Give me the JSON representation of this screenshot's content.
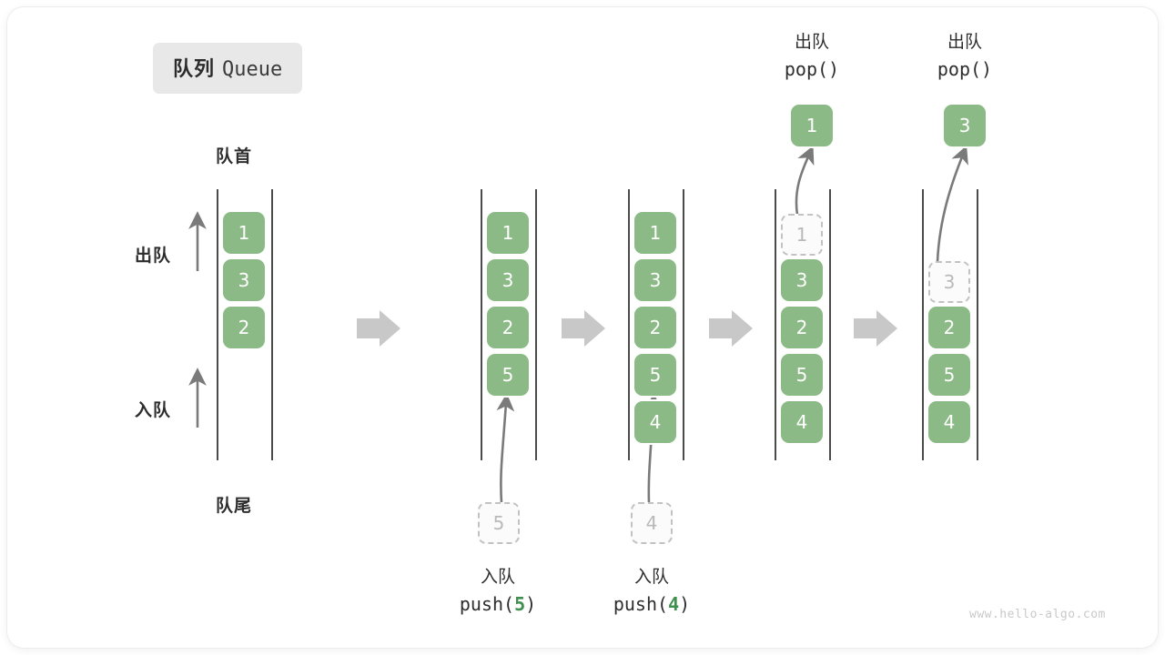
{
  "title": {
    "cn": "队列",
    "en": "Queue"
  },
  "labels": {
    "head": "队首",
    "tail": "队尾",
    "dequeue": "出队",
    "enqueue": "入队"
  },
  "watermark": "www.hello-algo.com",
  "colors": {
    "cell_fill": "#8cba86",
    "cell_text": "#ffffff",
    "ghost_border": "#c2c2c2",
    "ghost_text": "#b9b9b9",
    "rail": "#4b4b4b",
    "arrow": "#7a7a7a",
    "step_arrow": "#c8c8c8",
    "badge_bg": "#e8e8e8",
    "accent_green_text": "#3f8f4f",
    "text": "#2d2d2d"
  },
  "columns": [
    {
      "id": "col-initial",
      "cells": [
        {
          "value": "1",
          "state": "filled"
        },
        {
          "value": "3",
          "state": "filled"
        },
        {
          "value": "2",
          "state": "filled"
        }
      ],
      "incoming": null,
      "outgoing": null
    },
    {
      "id": "col-after-push-5",
      "cells": [
        {
          "value": "1",
          "state": "filled"
        },
        {
          "value": "3",
          "state": "filled"
        },
        {
          "value": "2",
          "state": "filled"
        },
        {
          "value": "5",
          "state": "filled"
        }
      ],
      "incoming": {
        "value": "5",
        "op_cn": "入队",
        "op_code_prefix": "push(",
        "op_code_num": "5",
        "op_code_suffix": ")"
      },
      "outgoing": null
    },
    {
      "id": "col-after-push-4",
      "cells": [
        {
          "value": "1",
          "state": "filled"
        },
        {
          "value": "3",
          "state": "filled"
        },
        {
          "value": "2",
          "state": "filled"
        },
        {
          "value": "5",
          "state": "filled"
        },
        {
          "value": "4",
          "state": "filled"
        }
      ],
      "incoming": {
        "value": "4",
        "op_cn": "入队",
        "op_code_prefix": "push(",
        "op_code_num": "4",
        "op_code_suffix": ")"
      },
      "outgoing": null
    },
    {
      "id": "col-after-pop-1",
      "cells": [
        {
          "value": "1",
          "state": "ghost"
        },
        {
          "value": "3",
          "state": "filled"
        },
        {
          "value": "2",
          "state": "filled"
        },
        {
          "value": "5",
          "state": "filled"
        },
        {
          "value": "4",
          "state": "filled"
        }
      ],
      "incoming": null,
      "outgoing": {
        "value": "1",
        "op_cn": "出队",
        "op_code": "pop()"
      }
    },
    {
      "id": "col-after-pop-3",
      "cells": [
        {
          "value": "",
          "state": "empty"
        },
        {
          "value": "3",
          "state": "ghost"
        },
        {
          "value": "2",
          "state": "filled"
        },
        {
          "value": "5",
          "state": "filled"
        },
        {
          "value": "4",
          "state": "filled"
        }
      ],
      "incoming": null,
      "outgoing": {
        "value": "3",
        "op_cn": "出队",
        "op_code": "pop()"
      }
    }
  ],
  "step_arrows": [
    {
      "name": "step-arrow-1"
    },
    {
      "name": "step-arrow-2"
    },
    {
      "name": "step-arrow-3"
    },
    {
      "name": "step-arrow-4"
    }
  ]
}
